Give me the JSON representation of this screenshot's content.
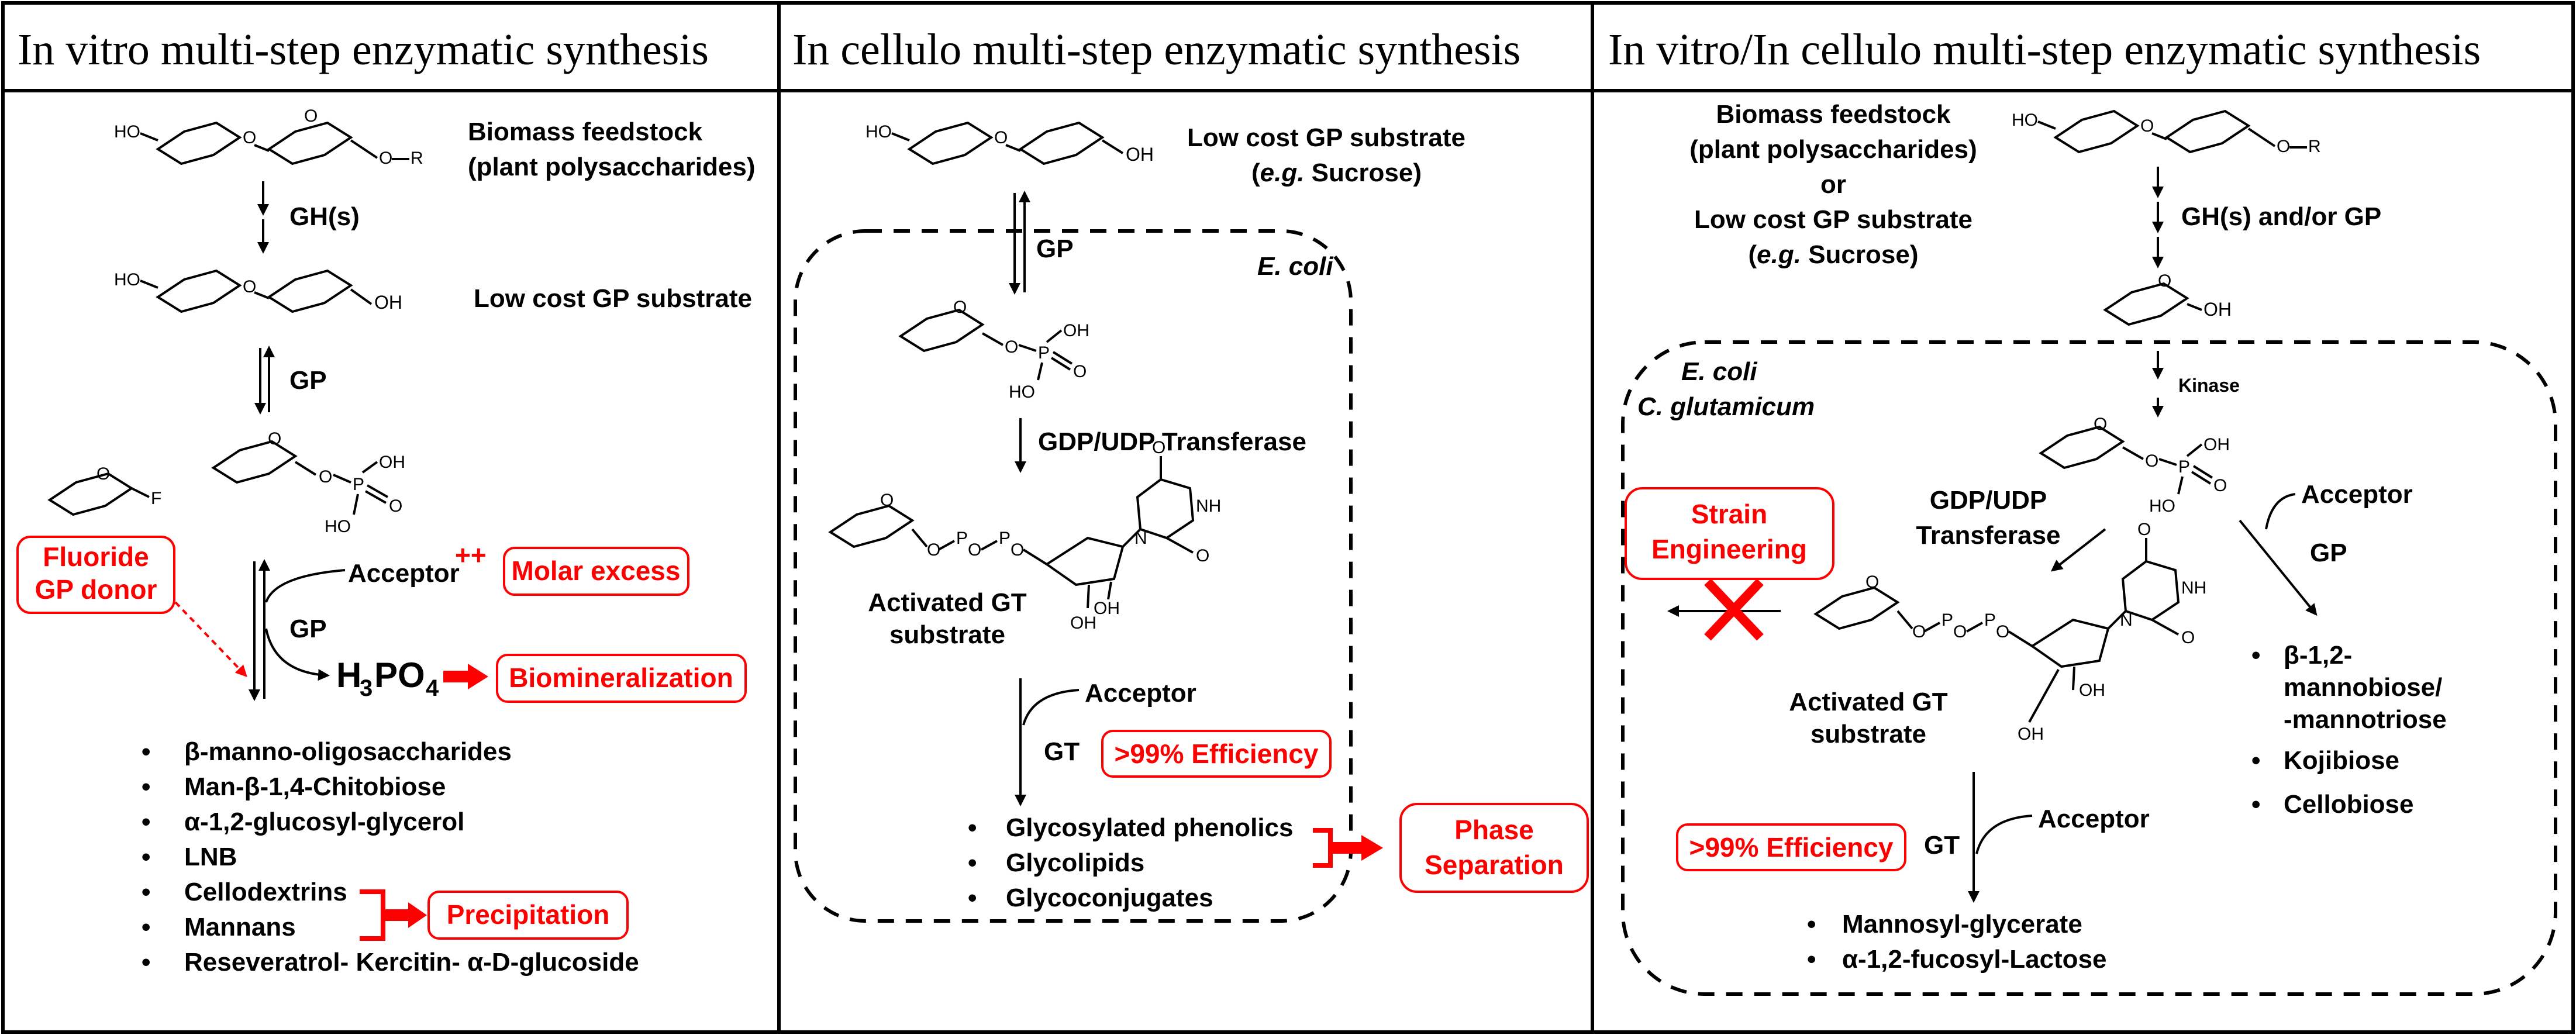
{
  "panels": [
    {
      "title": "In vitro multi-step enzymatic synthesis",
      "feedstock": [
        "Biomass feedstock",
        "(plant polysaccharides)"
      ],
      "step1_enzyme": "GH(s)",
      "substrate_label": "Low cost GP substrate",
      "step2_enzyme": "GP",
      "donor_label": [
        "Fluoride",
        "GP donor"
      ],
      "acceptor": "Acceptor",
      "plusplus": "++",
      "molar_excess": "Molar excess",
      "step3_enzyme": "GP",
      "phosphate": {
        "main": "H",
        "sub1": "3",
        "mid": "PO",
        "sub2": "4"
      },
      "biomineralization": "Biomineralization",
      "products": [
        "β-manno-oligosaccharides",
        "Man-β-1,4-Chitobiose",
        "α-1,2-glucosyl-glycerol",
        "LNB",
        "Cellodextrins",
        "Mannans",
        "Reseveratrol- Kercitin- α-D-glucoside"
      ],
      "precipitation": "Precipitation"
    },
    {
      "title": "In cellulo multi-step enzymatic synthesis",
      "substrate_label": [
        "Low cost GP substrate",
        "(",
        "e.g.",
        " Sucrose)"
      ],
      "step1_enzyme": "GP",
      "organism": "E. coli",
      "step2_enzyme": "GDP/UDP Transferase",
      "activated_label": [
        "Activated GT",
        "substrate"
      ],
      "acceptor": "Acceptor",
      "step3_enzyme": "GT",
      "efficiency": ">99% Efficiency",
      "products": [
        "Glycosylated phenolics",
        "Glycolipids",
        "Glycoconjugates"
      ],
      "phase_separation": [
        "Phase",
        "Separation"
      ]
    },
    {
      "title": "In vitro/In cellulo multi-step enzymatic synthesis",
      "feedstock": [
        "Biomass feedstock",
        "(plant polysaccharides)",
        "or",
        "Low cost GP substrate",
        "(",
        "e.g.",
        " Sucrose)"
      ],
      "step1_enzyme": "GH(s) and/or GP",
      "organisms": [
        "E. coli",
        "C. glutamicum"
      ],
      "kinase": "Kinase",
      "strain_engineering": [
        "Strain",
        "Engineering"
      ],
      "transferase": [
        "GDP/UDP",
        "Transferase"
      ],
      "activated_label": [
        "Activated GT",
        "substrate"
      ],
      "acceptor_right": "Acceptor",
      "gp": "GP",
      "right_products": [
        "β-1,2-",
        "mannobiose/",
        "-mannotriose",
        "Kojibiose",
        "Cellobiose"
      ],
      "efficiency": ">99% Efficiency",
      "gt": "GT",
      "acceptor_bottom": "Acceptor",
      "products": [
        "Mannosyl-glycerate",
        "α-1,2-fucosyl-Lactose"
      ]
    }
  ],
  "chem": {
    "HO": "HO",
    "OH": "OH",
    "O": "O",
    "P": "P",
    "F": "F",
    "NH": "NH",
    "N": "N",
    "R": "R",
    "H": "H"
  },
  "colors": {
    "accent": "#ff0000",
    "line": "#000000"
  }
}
